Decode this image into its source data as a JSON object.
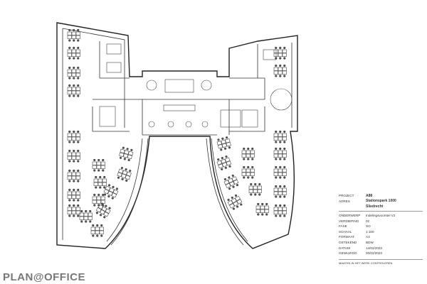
{
  "titleblock": {
    "project_label": "PROJECT",
    "project_value": "A88",
    "adres_label": "ADRES",
    "adres_value_1": "Stationspark 1000",
    "adres_value_2": "Sliedrecht",
    "rows": [
      {
        "label": "ONDERWERP",
        "value": "Indelingsvoorstel V2"
      },
      {
        "label": "VERDIEPING",
        "value": "02"
      },
      {
        "label": "FASE",
        "value": "SO"
      },
      {
        "label": "SCHAAL",
        "value": "1:100"
      },
      {
        "label": "FORMAAT",
        "value": "A3"
      },
      {
        "label": "GETEKEND",
        "value": "BDW"
      },
      {
        "label": "DATUM",
        "value": "14/02/2023"
      },
      {
        "label": "GEWIJZIGD",
        "value": "20/02/2023"
      }
    ],
    "footer": "MAATEN IN HET WERK CONTROLEREN"
  },
  "logo": "PLAN@OFFICE"
}
